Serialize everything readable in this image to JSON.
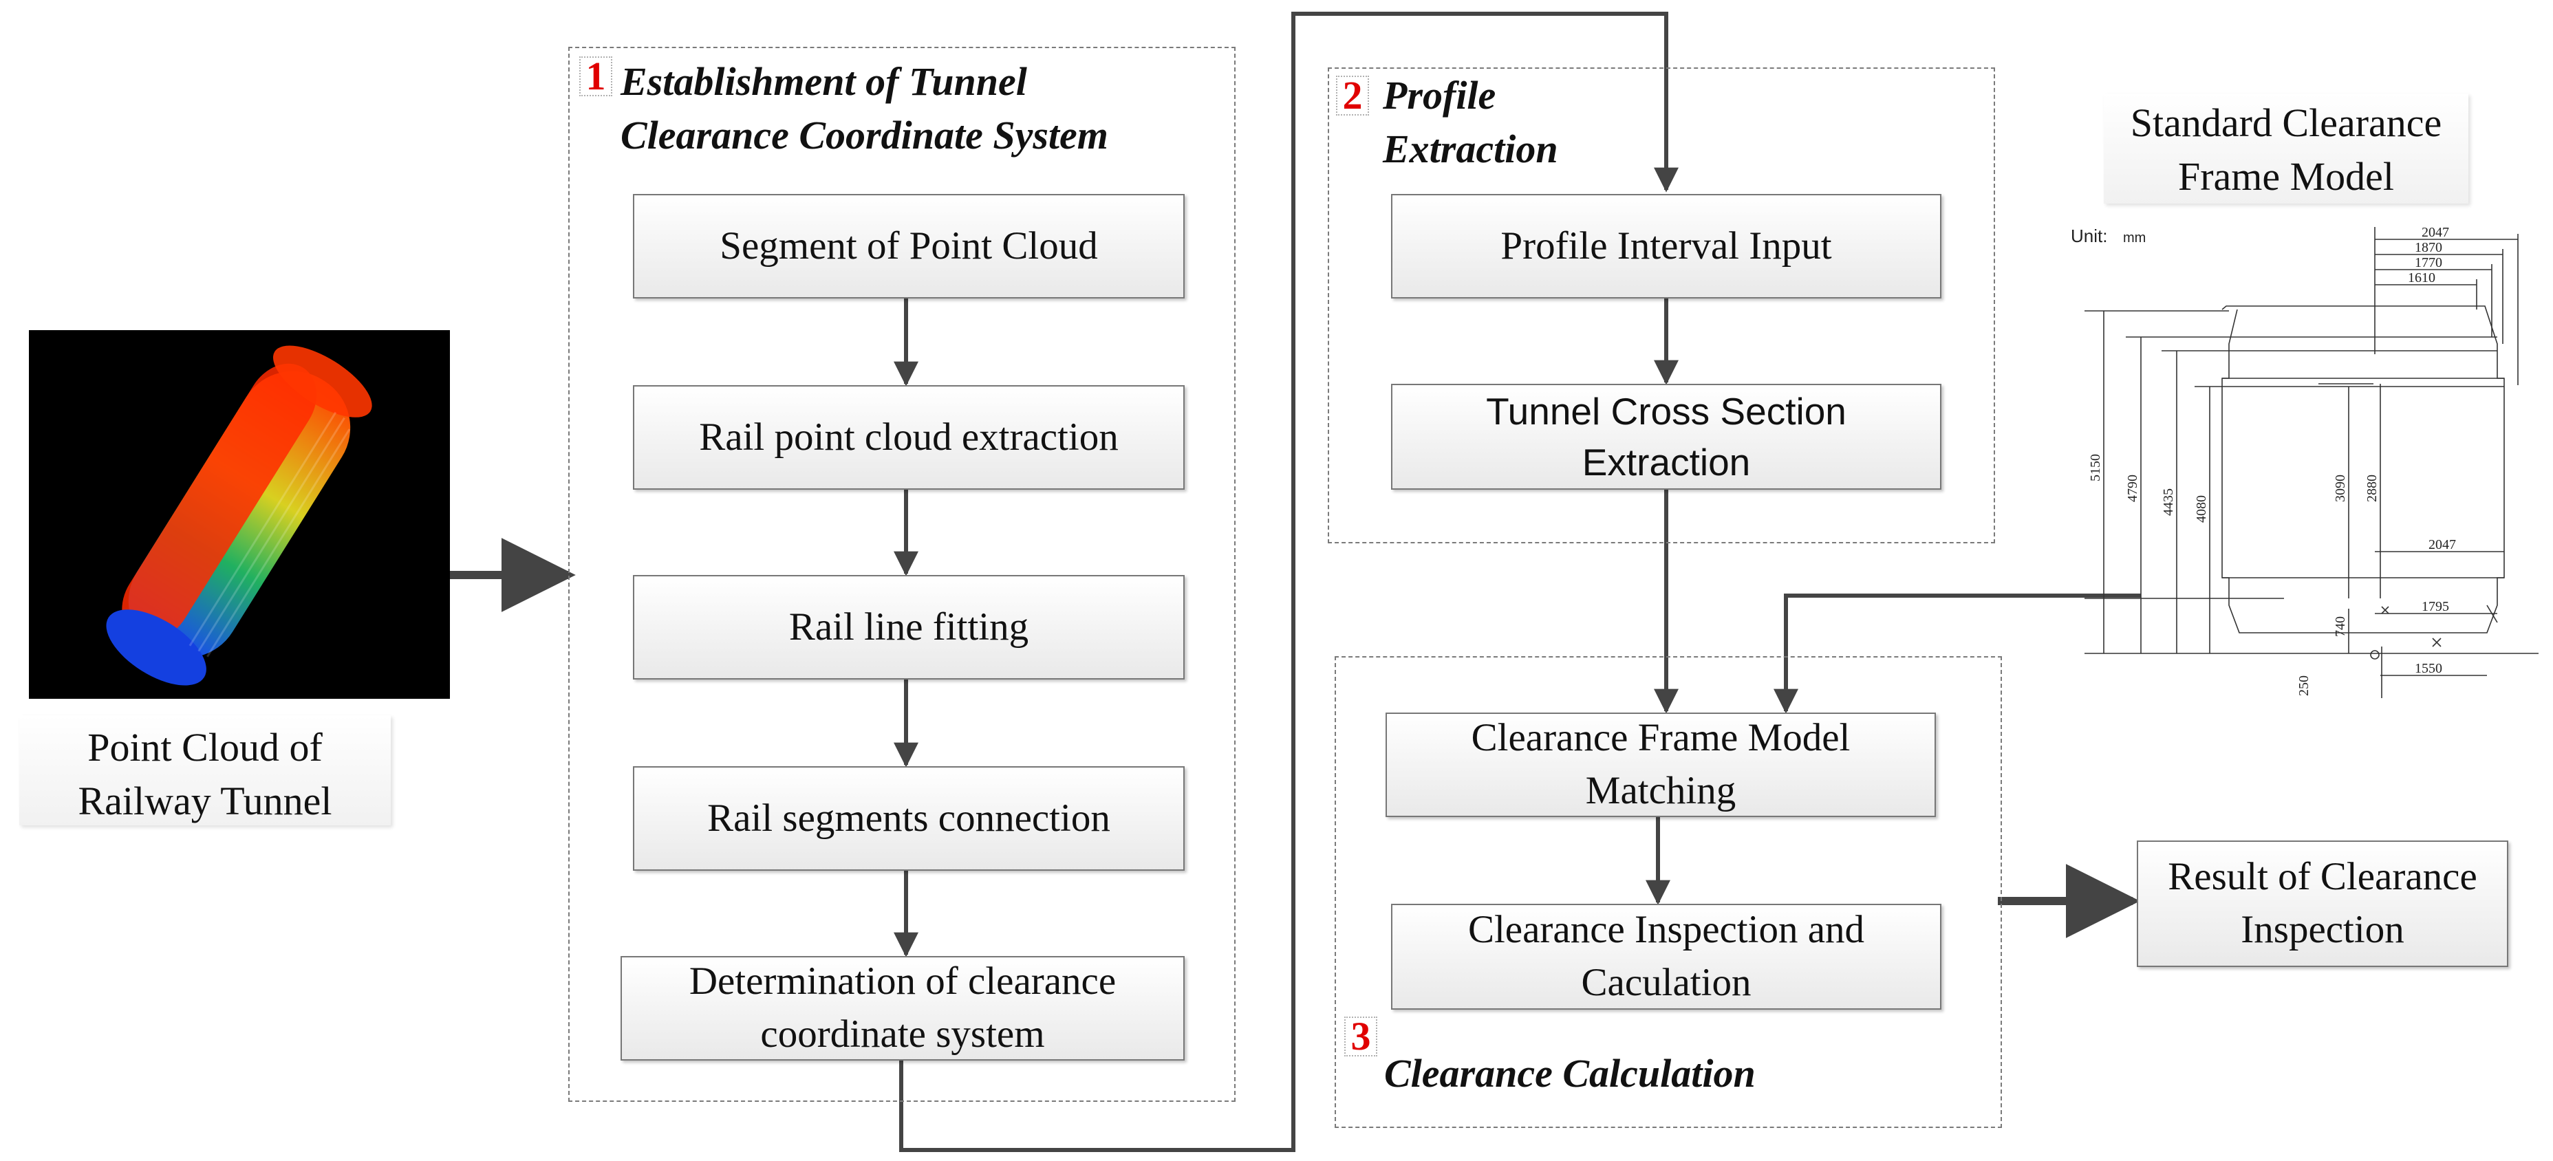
{
  "input": {
    "label": "Point Cloud of Railway Tunnel"
  },
  "section1": {
    "number": "1",
    "title_line1": "Establishment of Tunnel",
    "title_line2": "Clearance Coordinate System",
    "steps": [
      "Segment of Point Cloud",
      "Rail point cloud extraction",
      "Rail line fitting",
      "Rail segments connection",
      "Determination of clearance coordinate system"
    ]
  },
  "section2": {
    "number": "2",
    "title_line1": "Profile",
    "title_line2": "Extraction",
    "steps": [
      "Profile Interval Input",
      "Tunnel Cross Section Extraction"
    ]
  },
  "section3": {
    "number": "3",
    "title": "Clearance Calculation",
    "steps": [
      "Clearance Frame Model Matching",
      "Clearance Inspection and Caculation"
    ]
  },
  "model": {
    "title": "Standard Clearance Frame Model",
    "unit_label": "Unit:",
    "unit_value": "mm",
    "dimensions": {
      "top_2047": "2047",
      "top_1870": "1870",
      "top_1770": "1770",
      "top_1610": "1610",
      "h_5150": "5150",
      "h_4790": "4790",
      "h_4435": "4435",
      "h_4080": "4080",
      "h_3090": "3090",
      "h_2880": "2880",
      "mid_2047": "2047",
      "h_740": "740",
      "w_1795": "1795",
      "h_250": "250",
      "w_1550": "1550"
    }
  },
  "output": {
    "label": "Result of Clearance Inspection"
  },
  "colors": {
    "arrow": "#444444",
    "number": "#e00000",
    "dashed_border": "#7a7a7a"
  }
}
